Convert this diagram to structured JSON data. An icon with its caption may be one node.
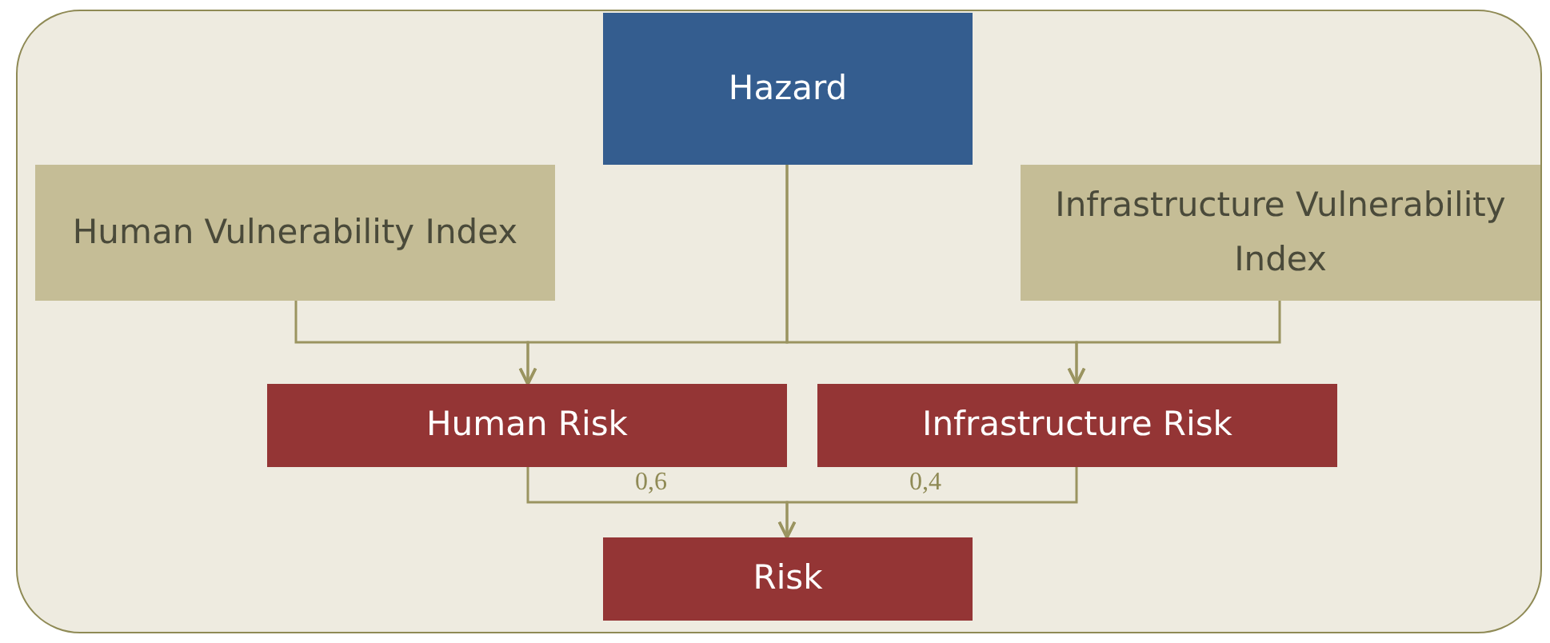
{
  "diagram": {
    "nodes": [
      {
        "text": [
          "Hazard"
        ]
      },
      {
        "text": [
          "Human Vulnerability Index"
        ]
      },
      {
        "text": [
          "Infrastructure Vulnerability Index"
        ]
      },
      {
        "text": [
          "Human Risk"
        ]
      },
      {
        "text": [
          "Infrastructure Risk"
        ]
      },
      {
        "text": [
          "Risk"
        ]
      }
    ],
    "edges": [
      {
        "from": 0,
        "to": 3,
        "arrow": "to"
      },
      {
        "from": 0,
        "to": 4,
        "arrow": "to"
      },
      {
        "from": 1,
        "to": 3,
        "arrow": "to"
      },
      {
        "from": 2,
        "to": 4,
        "arrow": "to"
      },
      {
        "from": 3,
        "to": 5,
        "arrow": "to",
        "label": "0,6"
      },
      {
        "from": 4,
        "to": 5,
        "arrow": "to",
        "label": "0,4"
      }
    ]
  }
}
